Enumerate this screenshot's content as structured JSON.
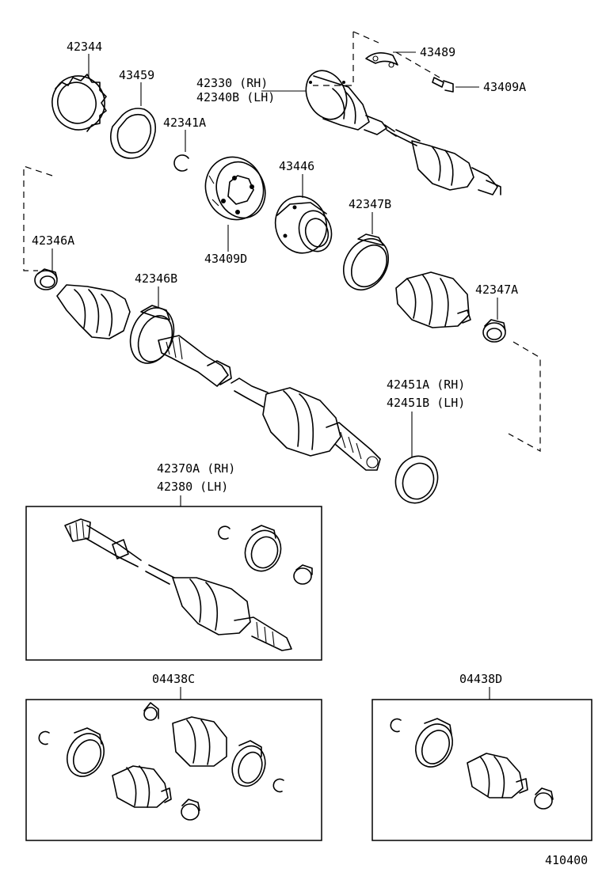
{
  "labels": {
    "p42344": "42344",
    "p43459": "43459",
    "p42341a": "42341A",
    "p42330": "42330  (RH)",
    "p42340b": "42340B (LH)",
    "p43489": "43489",
    "p43409a": "43409A",
    "p43446": "43446",
    "p43409d": "43409D",
    "p42347b": "42347B",
    "p42346a": "42346A",
    "p42346b": "42346B",
    "p42347a": "42347A",
    "p42451a": "42451A (RH)",
    "p42451b": "42451B (LH)",
    "p42370a": "42370A (RH)",
    "p42380": "42380   (LH)",
    "p04438c": "04438C",
    "p04438d": "04438D",
    "figure_number": "410400"
  }
}
